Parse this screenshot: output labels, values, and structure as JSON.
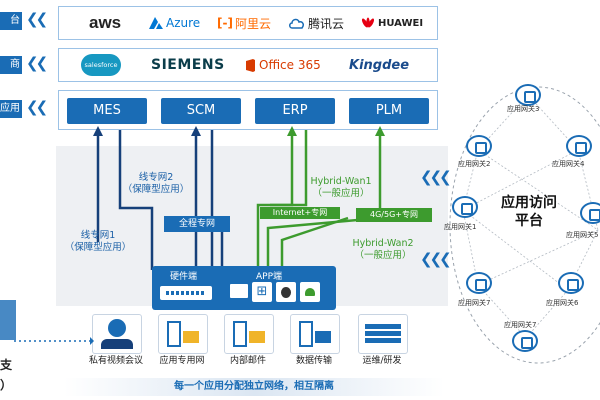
{
  "left_rows": [
    {
      "tag": "台",
      "chev": "❮❮"
    },
    {
      "tag": "商",
      "chev": "❮❮"
    },
    {
      "tag": "应用",
      "chev": "❮❮"
    }
  ],
  "cloud_row": {
    "logos": [
      {
        "name": "aws",
        "text": "aws",
        "color": "#222222"
      },
      {
        "name": "azure",
        "text": "Azure",
        "color": "#0078d4"
      },
      {
        "name": "aliyun",
        "text": "阿里云",
        "color": "#ff6a00"
      },
      {
        "name": "tencent",
        "text": "腾讯云",
        "color": "#222222"
      },
      {
        "name": "huawei",
        "text": "HUAWEI",
        "color": "#222222"
      }
    ]
  },
  "vendor_row": {
    "logos": [
      {
        "name": "salesforce",
        "text": "salesforce",
        "color": "#1798c1"
      },
      {
        "name": "siemens",
        "text": "SIEMENS",
        "color": "#0b3d4a"
      },
      {
        "name": "office365",
        "text": "Office 365",
        "color": "#d83b01"
      },
      {
        "name": "kingdee",
        "text": "Kingdee",
        "color": "#1a4b8c"
      }
    ]
  },
  "app_row": {
    "apps": [
      "MES",
      "SCM",
      "ERP",
      "PLM"
    ]
  },
  "lines": {
    "line2": "线专网2",
    "line2_sub": "（保障型应用）",
    "line1": "线专网1",
    "line1_sub": "（保障型应用）",
    "wan1": "Hybrid-Wan1",
    "wan1_sub": "（一般应用）",
    "wan2": "Hybrid-Wan2",
    "wan2_sub": "（一般应用）",
    "full_net": "全程专网",
    "internet": "Internet+专网",
    "g45": "4G/5G+专网"
  },
  "device_box": {
    "hardware": "硬件端",
    "app": "APP端"
  },
  "devices": [
    "私有视频会议",
    "应用专用网",
    "内部邮件",
    "数据传输",
    "运维/研发"
  ],
  "footer": "每一个应用分配独立网络，相互隔离",
  "platform": {
    "title_line1": "应用访问",
    "title_line2": "平台",
    "gateways": [
      "应用网关3",
      "应用网关2",
      "应用网关4",
      "应用网关1",
      "应用网关5",
      "应用网关7",
      "应用网关6",
      "应用网关7"
    ]
  },
  "left_edge": {
    "label1": "支",
    "label2": "）"
  },
  "colors": {
    "blue": "#1a6cb5",
    "green": "#3d9b2e",
    "navy": "#16407a"
  }
}
